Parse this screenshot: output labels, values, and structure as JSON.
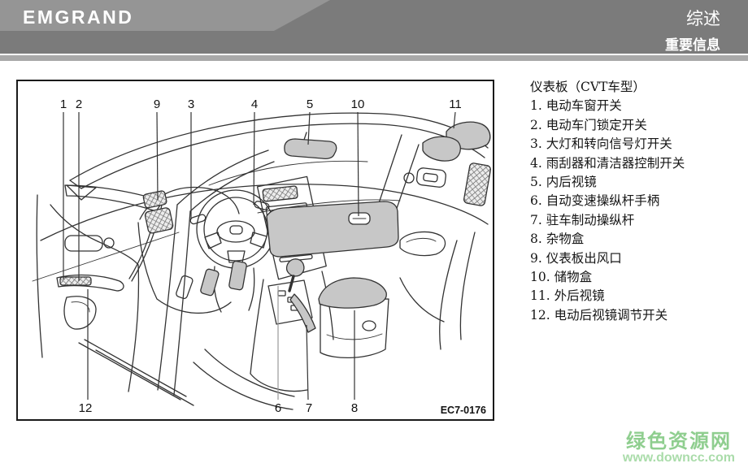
{
  "colors": {
    "header_bar": "#7b7b7b",
    "header_panel": "#959595",
    "header_band": "#a9a9a9",
    "diagram_line": "#333333",
    "shade_fill": "#c7c7c7",
    "watermark_green": "#8fce8f",
    "watermark_url_green": "#aadcaa"
  },
  "header": {
    "brand": "EMGRAND",
    "section_title": "综述",
    "subsection_title": "重要信息"
  },
  "figure": {
    "code": "EC7-0176",
    "top_callouts": [
      "1",
      "2",
      "9",
      "3",
      "4",
      "5",
      "10",
      "11"
    ],
    "bottom_callouts": [
      "12",
      "6",
      "7",
      "8"
    ]
  },
  "legend": {
    "title": "仪表板（CVT车型）",
    "items": [
      "1. 电动车窗开关",
      "2. 电动车门锁定开关",
      "3. 大灯和转向信号灯开关",
      "4. 雨刮器和清洁器控制开关",
      "5. 内后视镜",
      "6. 自动变速操纵杆手柄",
      "7. 驻车制动操纵杆",
      "8. 杂物盒",
      "9. 仪表板出风口",
      "10. 储物盒",
      "11. 外后视镜",
      "12. 电动后视镜调节开关"
    ]
  },
  "watermark": {
    "name": "绿色资源网",
    "url": "www.downcc.com"
  }
}
